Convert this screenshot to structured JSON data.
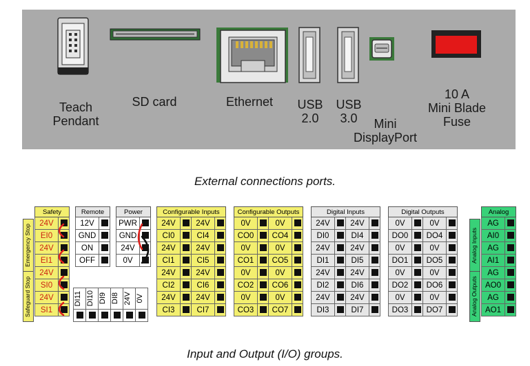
{
  "panel": {
    "labels": {
      "teach": "Teach\nPendant",
      "sd": "SD card",
      "ethernet": "Ethernet",
      "usb2": "USB\n2.0",
      "usb3": "USB\n3.0",
      "minidp": "Mini\nDisplayPort",
      "fuse": "10 A\nMini Blade\nFuse"
    },
    "caption": "External connections ports."
  },
  "io": {
    "caption": "Input and Output (I/O) groups.",
    "safety": {
      "title": "Safety",
      "rows": [
        "24V",
        "EI0",
        "24V",
        "EI1",
        "24V",
        "SI0",
        "24V",
        "SI1"
      ],
      "group1": "Emergency Stop",
      "group2": "Safeguard Stop"
    },
    "remote": {
      "title": "Remote",
      "rows": [
        "12V",
        "GND",
        "ON",
        "OFF"
      ]
    },
    "power": {
      "title": "Power",
      "rows": [
        "PWR",
        "GND",
        "24V",
        "0V"
      ]
    },
    "di_bottom": [
      "DI11",
      "DI10",
      "DI9",
      "DI8",
      "24V",
      "0V"
    ],
    "config_inputs": {
      "title": "Configurable Inputs",
      "rows": [
        [
          "24V",
          "24V"
        ],
        [
          "CI0",
          "CI4"
        ],
        [
          "24V",
          "24V"
        ],
        [
          "CI1",
          "CI5"
        ],
        [
          "24V",
          "24V"
        ],
        [
          "CI2",
          "CI6"
        ],
        [
          "24V",
          "24V"
        ],
        [
          "CI3",
          "CI7"
        ]
      ]
    },
    "config_outputs": {
      "title": "Configurable Outputs",
      "rows": [
        [
          "0V",
          "0V"
        ],
        [
          "CO0",
          "CO4"
        ],
        [
          "0V",
          "0V"
        ],
        [
          "CO1",
          "CO5"
        ],
        [
          "0V",
          "0V"
        ],
        [
          "CO2",
          "CO6"
        ],
        [
          "0V",
          "0V"
        ],
        [
          "CO3",
          "CO7"
        ]
      ]
    },
    "digital_inputs": {
      "title": "Digital Inputs",
      "rows": [
        [
          "24V",
          "24V"
        ],
        [
          "DI0",
          "DI4"
        ],
        [
          "24V",
          "24V"
        ],
        [
          "DI1",
          "DI5"
        ],
        [
          "24V",
          "24V"
        ],
        [
          "DI2",
          "DI6"
        ],
        [
          "24V",
          "24V"
        ],
        [
          "DI3",
          "DI7"
        ]
      ]
    },
    "digital_outputs": {
      "title": "Digital Outputs",
      "rows": [
        [
          "0V",
          "0V"
        ],
        [
          "DO0",
          "DO4"
        ],
        [
          "0V",
          "0V"
        ],
        [
          "DO1",
          "DO5"
        ],
        [
          "0V",
          "0V"
        ],
        [
          "DO2",
          "DO6"
        ],
        [
          "0V",
          "0V"
        ],
        [
          "DO3",
          "DO7"
        ]
      ]
    },
    "analog": {
      "title": "Analog",
      "rows": [
        "AG",
        "AI0",
        "AG",
        "AI1",
        "AG",
        "AO0",
        "AG",
        "AO1"
      ],
      "group1": "Analog Inputs",
      "group2": "Analog Outputs"
    },
    "colors": {
      "safety": "#f3ef6f",
      "configurable": "#f3ef6f",
      "digital": "#e6e6e6",
      "analog": "#38d178",
      "wire": "#e0201b"
    }
  }
}
